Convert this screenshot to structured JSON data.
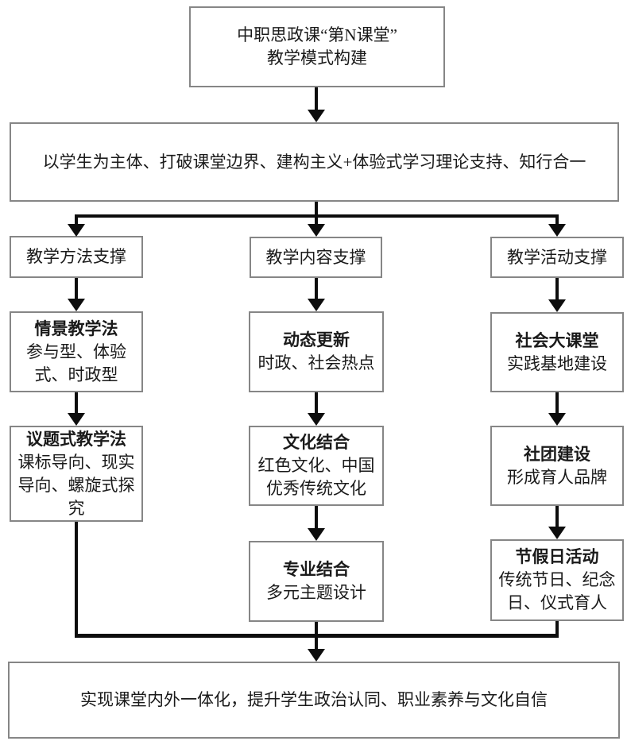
{
  "diagram": {
    "top": {
      "line1": "中职思政课“第N课堂”",
      "line2": "教学模式构建"
    },
    "theory": {
      "text": "以学生为主体、打破课堂边界、建构主义+体验式学习理论支持、知行合一"
    },
    "columns": [
      {
        "header": "教学方法支撑",
        "boxes": [
          {
            "title": "情景教学法",
            "subtitle": "参与型、体验式、时政型"
          },
          {
            "title": "议题式教学法",
            "subtitle": "课标导向、现实导向、螺旋式探究"
          }
        ]
      },
      {
        "header": "教学内容支撑",
        "boxes": [
          {
            "title": "动态更新",
            "subtitle": "时政、社会热点"
          },
          {
            "title": "文化结合",
            "subtitle": "红色文化、中国优秀传统文化"
          },
          {
            "title": "专业结合",
            "subtitle": "多元主题设计"
          }
        ]
      },
      {
        "header": "教学活动支撑",
        "boxes": [
          {
            "title": "社会大课堂",
            "subtitle": "实践基地建设"
          },
          {
            "title": "社团建设",
            "subtitle": "形成育人品牌"
          },
          {
            "title": "节假日活动",
            "subtitle": "传统节日、纪念日、仪式育人"
          }
        ]
      }
    ],
    "outcome": {
      "text": "实现课堂内外一体化，提升学生政治认同、职业素养与文化自信"
    },
    "colors": {
      "line": "#0d0d0d",
      "box_border": "#868686",
      "text": "#1a1a1a",
      "background": "#ffffff"
    }
  }
}
